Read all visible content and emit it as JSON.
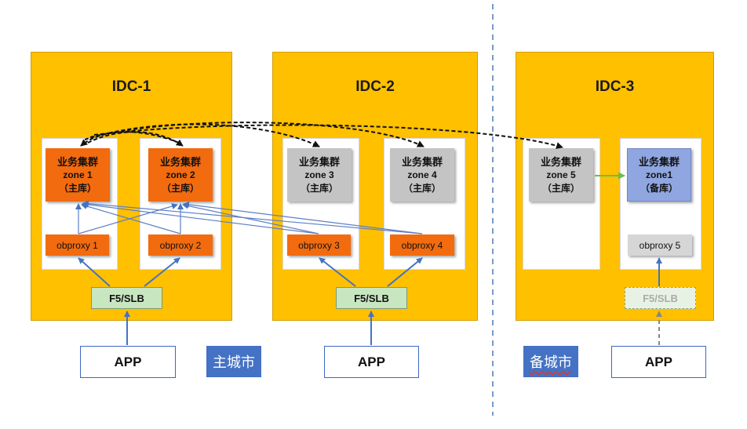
{
  "idc1": {
    "title": "IDC-1",
    "zone_a": {
      "name": "业务集群",
      "zone": "zone 1",
      "role": "（主库）"
    },
    "zone_b": {
      "name": "业务集群",
      "zone": "zone 2",
      "role": "（主库）"
    },
    "proxy_a": "obproxy 1",
    "proxy_b": "obproxy 2",
    "slb": "F5/SLB"
  },
  "idc2": {
    "title": "IDC-2",
    "zone_a": {
      "name": "业务集群",
      "zone": "zone 3",
      "role": "（主库）"
    },
    "zone_b": {
      "name": "业务集群",
      "zone": "zone 4",
      "role": "（主库）"
    },
    "proxy_a": "obproxy 3",
    "proxy_b": "obproxy 4",
    "slb": "F5/SLB"
  },
  "idc3": {
    "title": "IDC-3",
    "zone_a": {
      "name": "业务集群",
      "zone": "zone 5",
      "role": "（主库）"
    },
    "zone_b": {
      "name": "业务集群",
      "zone": "zone1",
      "role": "（备库）"
    },
    "proxy_b": "obproxy 5",
    "slb": "F5/SLB"
  },
  "apps": [
    "APP",
    "APP",
    "APP"
  ],
  "cities": {
    "primary": "主城市",
    "backup": "备城市"
  },
  "colors": {
    "idc_bg": "#FFC000",
    "primary_zone": "#F26B0F",
    "replica_zone": "#C4C4C4",
    "standby_zone": "#8FA6E0",
    "slb": "#C8E6C0",
    "city_label": "#4472C4",
    "link_line": "#4472C4",
    "sync_arrow": "#6DBE45"
  }
}
